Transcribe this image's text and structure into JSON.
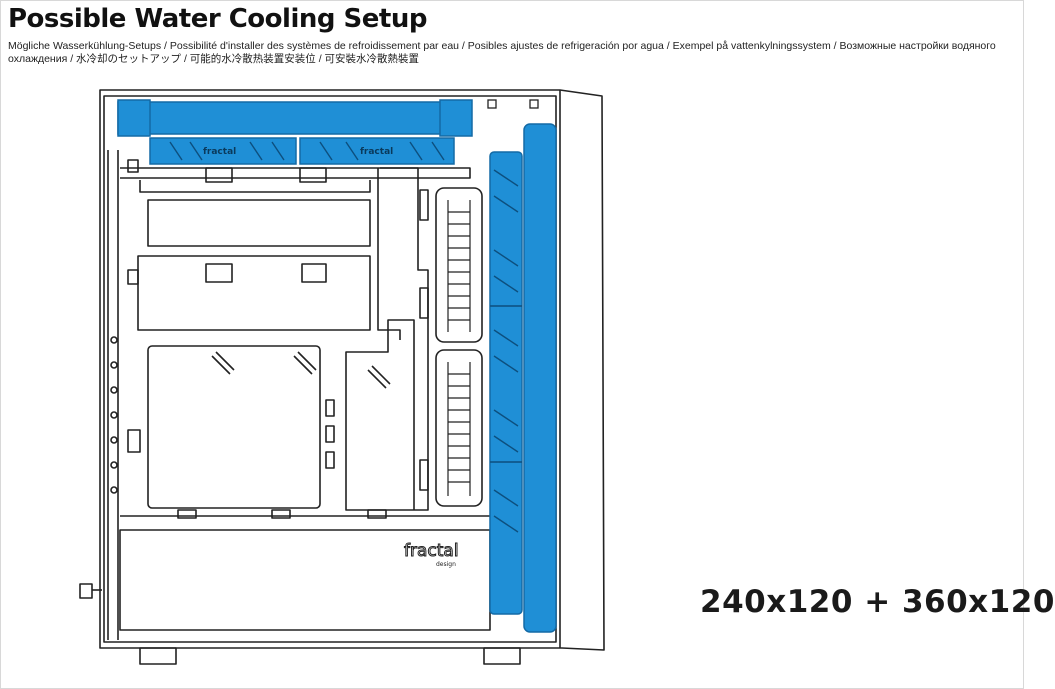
{
  "title": "Possible Water Cooling Setup",
  "subtitle": "Mögliche Wasserkühlung-Setups  / Possibilité d'installer des systèmes de refroidissement par eau / Posibles ajustes de refrigeración por agua / Exempel på vattenkylningssystem / Возможные настройки водяного охлаждения / 水冷却のセットアップ / 可能的水冷散热装置安装位 / 可安裝水冷散熱裝置",
  "setup_label": "240x120 + 360x120",
  "brand_logo_text": "fractal",
  "brand_logo_subtext": "design",
  "fan_brand_text": "fractal",
  "colors": {
    "radiator": "#1f8fd6",
    "radiator_dark": "#136aa6",
    "line": "#222222",
    "background": "#ffffff"
  }
}
